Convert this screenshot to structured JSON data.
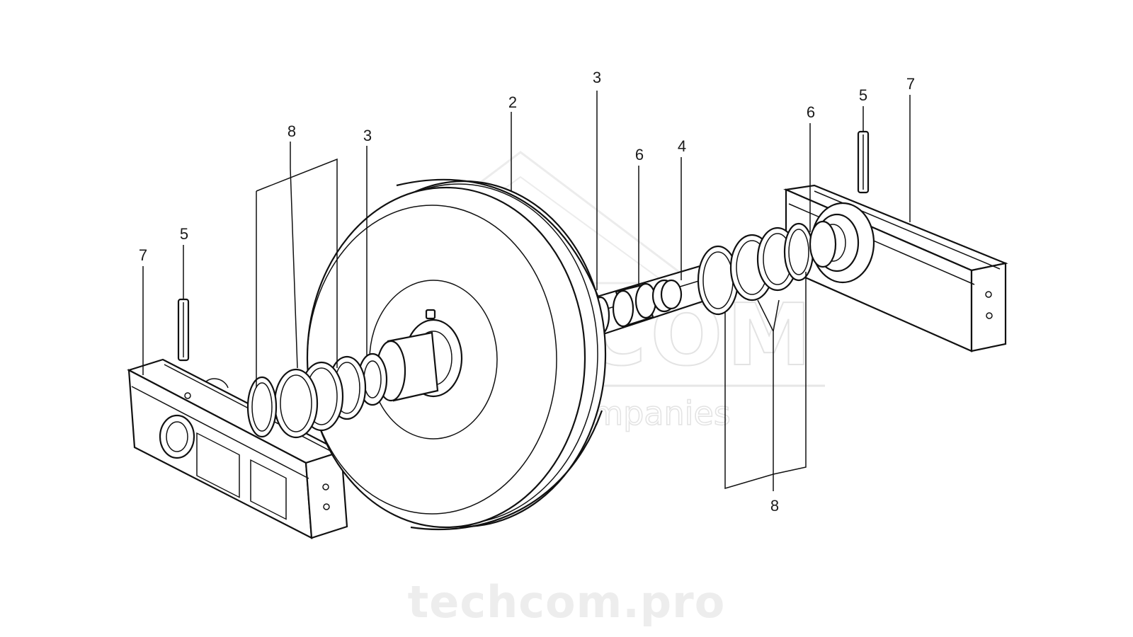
{
  "watermark": {
    "brand": "TECHCOM",
    "tagline": "Group of companies",
    "url": "techcom.pro"
  },
  "callouts": [
    {
      "id": "c8_left",
      "label": "8"
    },
    {
      "id": "c3_left",
      "label": "3"
    },
    {
      "id": "c2",
      "label": "2"
    },
    {
      "id": "c3_mid",
      "label": "3"
    },
    {
      "id": "c6_mid",
      "label": "6"
    },
    {
      "id": "c4",
      "label": "4"
    },
    {
      "id": "c6_right",
      "label": "6"
    },
    {
      "id": "c5_right",
      "label": "5"
    },
    {
      "id": "c7_right",
      "label": "7"
    },
    {
      "id": "c5_left",
      "label": "5"
    },
    {
      "id": "c7_left",
      "label": "7"
    },
    {
      "id": "c8_right",
      "label": "8"
    }
  ],
  "colors": {
    "line": "#111111",
    "watermark": "#e3e3e3",
    "background": "#ffffff"
  }
}
